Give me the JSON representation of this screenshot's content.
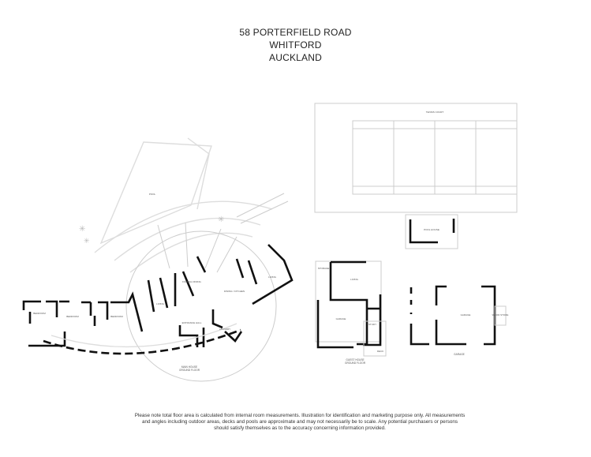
{
  "header": {
    "address_line1": "58 PORTERFIELD ROAD",
    "address_line2": "WHITFORD",
    "address_line3": "AUCKLAND"
  },
  "plan": {
    "tennis_court": "TENNIS COURT",
    "pool": "POOL",
    "pool_house": "POOL HOUSE",
    "main_house": {
      "caption_line1": "MAIN HOUSE",
      "caption_line2": "GROUND FLOOR",
      "rooms": [
        "BEDROOM",
        "BEDROOM",
        "BEDROOM",
        "LIVING",
        "FORMAL DINING",
        "DINING / KITCHEN",
        "LIVING",
        "ENTRANCE HALL",
        "LAUNDRY"
      ]
    },
    "guest_house": {
      "caption_line1": "GUEST HOUSE",
      "caption_line2": "GROUND FLOOR",
      "rooms": [
        "STORAGE",
        "LIVING",
        "GARAGE",
        "STUDY",
        "DECK"
      ]
    },
    "garage": {
      "caption": "GARAGE",
      "rooms": [
        "GARAGE",
        "WOOD STORE"
      ]
    }
  },
  "footer": {
    "disclaimer": "Please note total floor area is calculated from internal room measurements. Illustration for identification and marketing purpose only. All measurements and angles including outdoor areas, decks and pools are approximate and may not necessarily be to scale. Any potential purchasers or persons should satisfy themselves as to the accuracy concerning information provided."
  }
}
